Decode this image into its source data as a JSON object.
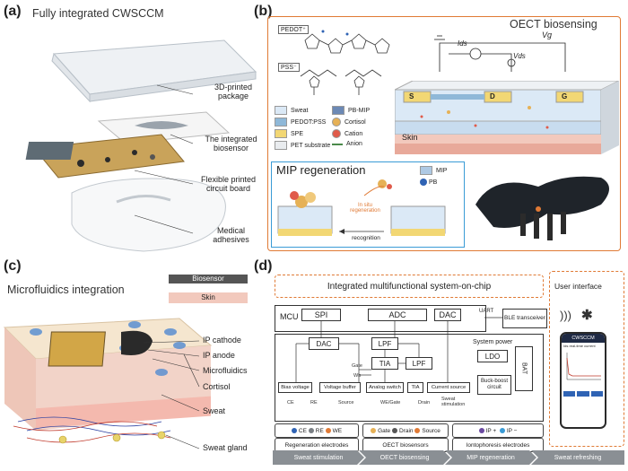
{
  "panel_a": {
    "tag": "(a)",
    "title": "Fully integrated CWSCCM",
    "labels": [
      "3D-printed package",
      "The integrated biosensor",
      "Flexible printed circuit board",
      "Medical adhesives"
    ]
  },
  "panel_b": {
    "tag": "(b)",
    "title": "OECT biosensing",
    "chem": [
      "PEDOT⁺",
      "PSS⁻"
    ],
    "legend": [
      "Sweat",
      "PB-MIP",
      "PEDOT:PSS",
      "Cortisol",
      "SPE",
      "Cation",
      "PET substrate",
      "Anion"
    ],
    "circuit": {
      "vg": "Vg",
      "ids": "Ids",
      "vds": "Vds"
    },
    "electrodes": [
      "S",
      "D",
      "G"
    ],
    "skin": "Skin",
    "mip": {
      "title": "MIP regeneration",
      "legend": [
        "MIP",
        "PB"
      ],
      "in_situ": "In situ regeneration",
      "recognition": "recognition"
    }
  },
  "panel_c": {
    "tag": "(c)",
    "title": "Microfluidics integration",
    "layer_top": "Biosensor",
    "layer_bottom": "Skin",
    "labels": [
      "IP cathode",
      "IP anode",
      "Microfluidics",
      "Cortisol",
      "Sweat",
      "Sweat gland"
    ]
  },
  "panel_d": {
    "tag": "(d)",
    "title": "Integrated multifunctional system-on-chip",
    "user_interface": "User interface",
    "mcu": "MCU",
    "blocks": {
      "spi": "SPI",
      "adc": "ADC",
      "dac_top": "DAC",
      "uart": "UART",
      "ble": "BLE transceiver",
      "dac": "DAC",
      "lpf1": "LPF",
      "tia": "TIA",
      "lpf2": "LPF",
      "system_power": "System power",
      "ldo": "LDO",
      "bat": "BAT",
      "buck": "Buck-boost circuit",
      "gate": "Gate",
      "wb": "Wb"
    },
    "func": [
      "Bias voltage",
      "Voltage buffer",
      "Analog switch",
      "TIA",
      "Current source"
    ],
    "signals": [
      "CE",
      "RE",
      "Source",
      "WE/Gate",
      "Drain",
      "Sweat stimulation"
    ],
    "electrode_groups": [
      {
        "items": [
          "CE",
          "RE",
          "WE"
        ],
        "label": "Regeneration electrodes"
      },
      {
        "items": [
          "Gate",
          "Drain",
          "Source"
        ],
        "label": "OECT biosensors"
      },
      {
        "items": [
          "IP +",
          "IP −"
        ],
        "label": "Iontophoresis electrodes"
      }
    ],
    "phone": {
      "app": "CWSCCM",
      "subtitle": "Ids real-time current",
      "btns": [
        "",
        "",
        ""
      ]
    },
    "steps": [
      "Sweat stimulation",
      "OECT biosensing",
      "MIP regeneration",
      "Sweat refreshing"
    ]
  },
  "colors": {
    "accent": "#e07a35",
    "skin": "#f2c9bd",
    "pedot": "#8fb8d8",
    "spe": "#f2d774"
  }
}
